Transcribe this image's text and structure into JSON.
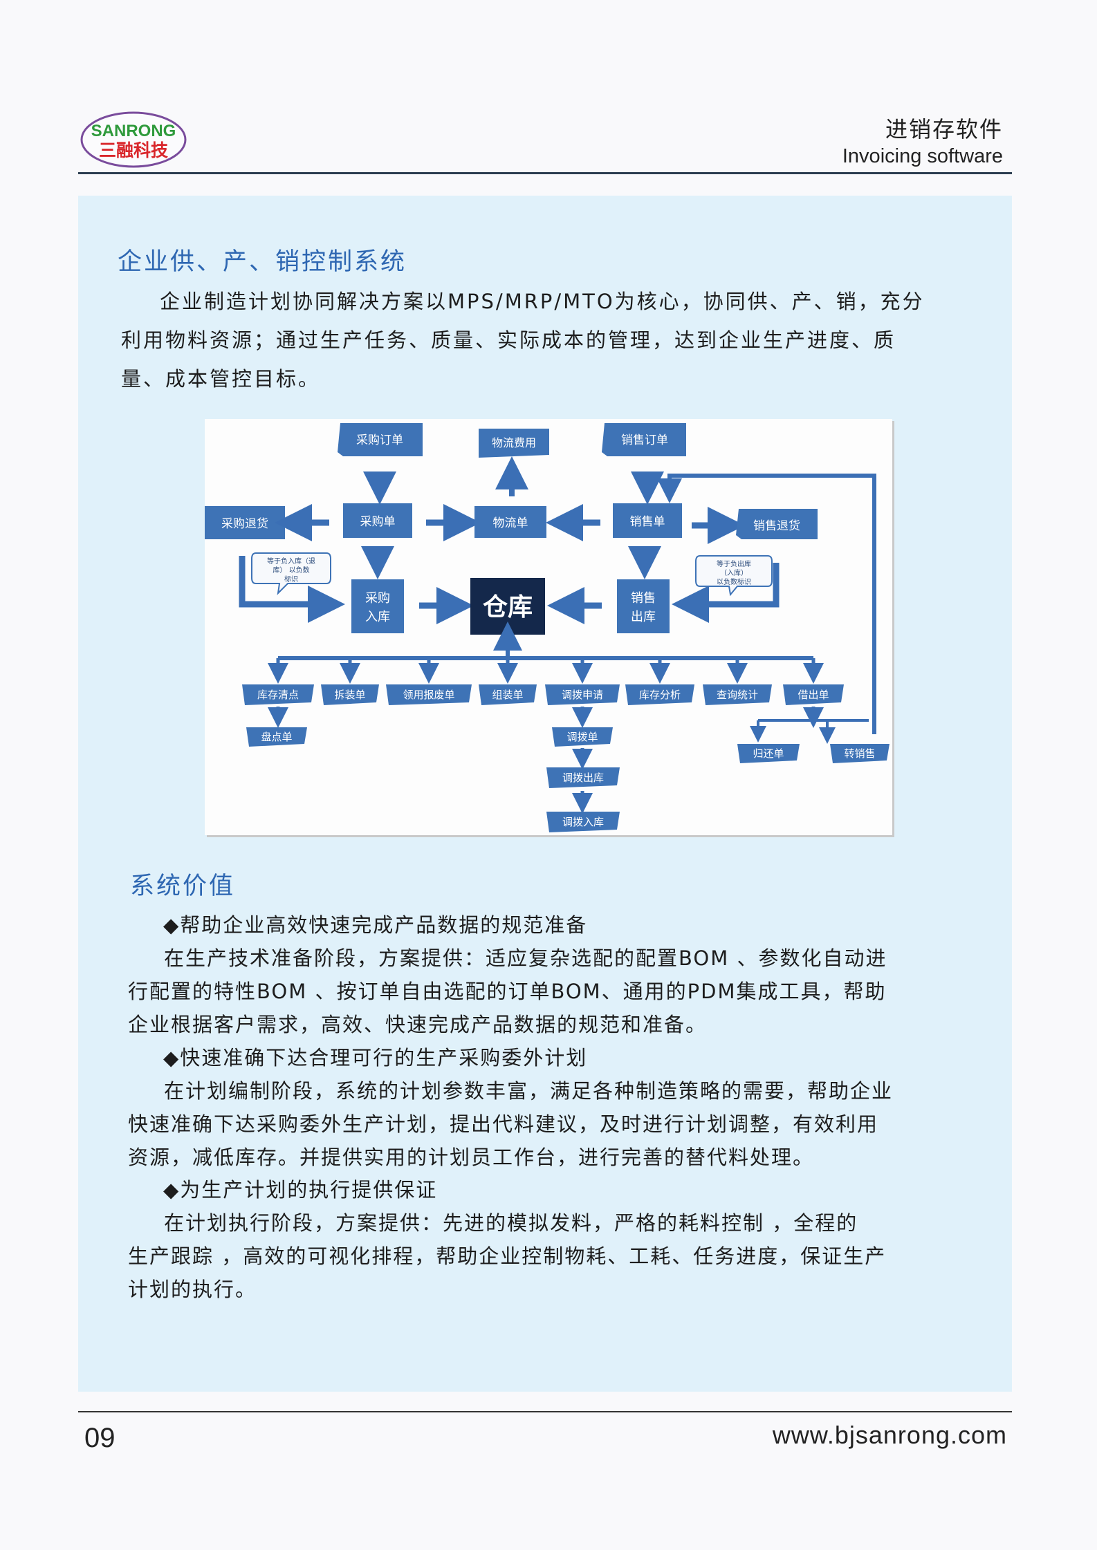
{
  "header": {
    "logo_en": "SANRONG",
    "logo_cn": "三融科技",
    "title_cn": "进销存软件",
    "title_en": "Invoicing software"
  },
  "section1": {
    "title": "企业供、产、销控制系统",
    "paragraph_lines": [
      "企业制造计划协同解决方案以MPS/MRP/MTO为核心，协同供、产、销，充分",
      "利用物料资源；通过生产任务、质量、实际成本的管理，达到企业生产进度、质",
      "量、成本管控目标。"
    ]
  },
  "diagram": {
    "center": "仓库",
    "nodes": {
      "purchase_order": "采购订单",
      "logistics_fee": "物流费用",
      "sales_order": "销售订单",
      "purchase_return": "采购退货",
      "purchase_slip": "采购单",
      "logistics_slip": "物流单",
      "sales_slip": "销售单",
      "sales_return": "销售退货",
      "purchase_in_1": "采购",
      "purchase_in_2": "入库",
      "sales_out_1": "销售",
      "sales_out_2": "出库",
      "note_left_1": "等于负入库（退",
      "note_left_2": "库）  以负数",
      "note_left_3": "标识",
      "note_right_1": "等于负出库",
      "note_right_2": "（入库）",
      "note_right_3": "以负数标识",
      "inventory_count": "库存清点",
      "disassembly": "拆装单",
      "requisition_scrap": "领用报废单",
      "assembly": "组装单",
      "transfer_request": "调拨申请",
      "inventory_analysis": "库存分析",
      "query_stats": "查询统计",
      "loan_out": "借出单",
      "stocktake": "盘点单",
      "transfer_slip": "调拨单",
      "transfer_out": "调拨出库",
      "transfer_in": "调拨入库",
      "return_slip": "归还单",
      "transfer_sale": "转销售"
    },
    "colors": {
      "box": "#3e73b6",
      "box_dark": "#2c5da0",
      "center": "#14284b",
      "arrow": "#3b6fb5"
    }
  },
  "section2": {
    "title": "系统价值",
    "items": [
      {
        "heading": "◆帮助企业高效快速完成产品数据的规范准备",
        "lines": [
          "在生产技术准备阶段，方案提供：适应复杂选配的配置BOM 、参数化自动进",
          "行配置的特性BOM 、按订单自由选配的订单BOM、通用的PDM集成工具，帮助",
          "企业根据客户需求，高效、快速完成产品数据的规范和准备。"
        ]
      },
      {
        "heading": "◆快速准确下达合理可行的生产采购委外计划",
        "lines": [
          "在计划编制阶段，系统的计划参数丰富，满足各种制造策略的需要，帮助企业",
          "快速准确下达采购委外生产计划，提出代料建议，及时进行计划调整，有效利用",
          "资源，减低库存。并提供实用的计划员工作台，进行完善的替代料处理。"
        ]
      },
      {
        "heading": "◆为生产计划的执行提供保证",
        "lines": [
          "在计划执行阶段，方案提供：先进的模拟发料，严格的耗料控制 ，全程的",
          "生产跟踪 ，高效的可视化排程，帮助企业控制物耗、工耗、任务进度，保证生产",
          "计划的执行。"
        ]
      }
    ]
  },
  "footer": {
    "page_number": "09",
    "website": "www.bjsanrong.com"
  }
}
